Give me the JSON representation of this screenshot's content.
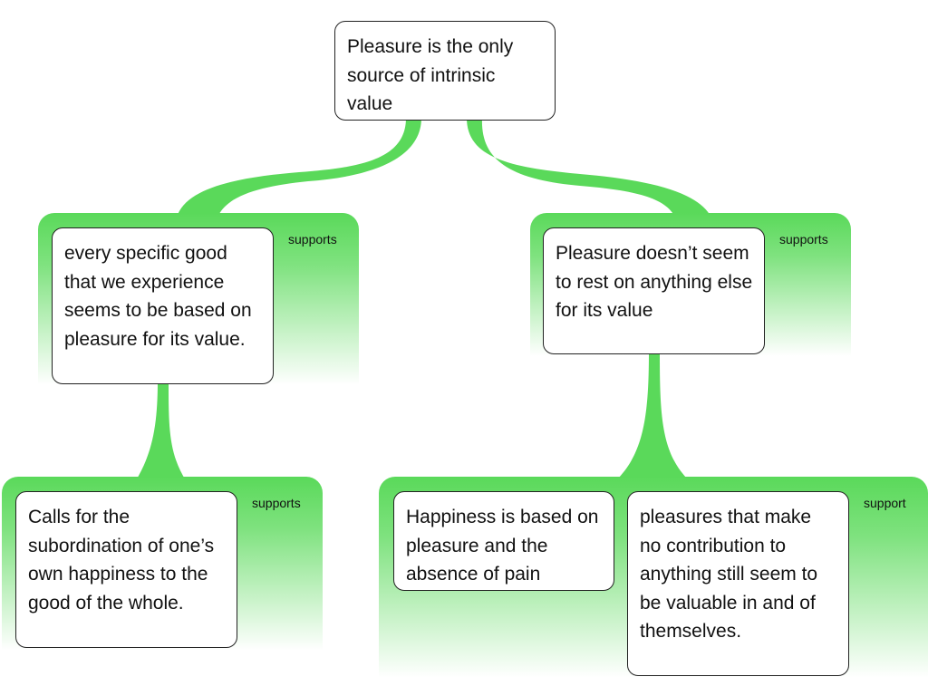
{
  "root": {
    "text": "Pleasure is the only source of intrinsic value"
  },
  "left_group": {
    "label": "supports",
    "reason": "every specific good that we experience seems to be based on pleasure for its value.",
    "sub_group": {
      "label": "supports",
      "reason": "Calls for the subordination of one’s own happiness to the good of the whole."
    }
  },
  "right_group": {
    "label": "supports",
    "reason": "Pleasure doesn’t seem to rest on anything else for its value",
    "sub_group": {
      "label": "support",
      "reasons": [
        "Happiness is based on pleasure and the absence of pain",
        "pleasures that make no contribution to anything still seem to be valuable in and of themselves."
      ]
    }
  },
  "colors": {
    "connector": "#5ad95a",
    "box_border": "#222222"
  }
}
